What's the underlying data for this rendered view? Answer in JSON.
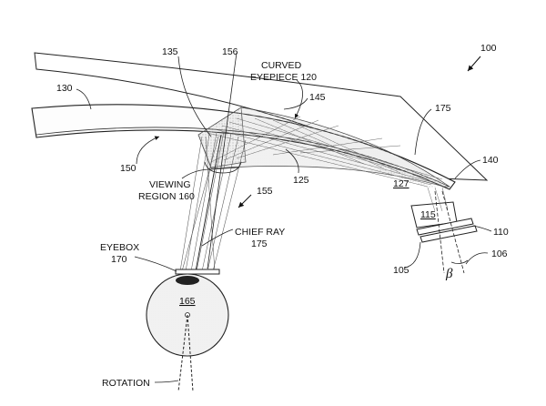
{
  "figure": {
    "ref_100": "100",
    "curved_label": "CURVED",
    "eyepiece_label": "EYEPIECE 120",
    "ref_130": "130",
    "ref_135": "135",
    "ref_156": "156",
    "ref_145": "145",
    "ref_175_top": "175",
    "ref_150": "150",
    "ref_125": "125",
    "ref_127": "127",
    "ref_140": "140",
    "viewing_label": "VIEWING",
    "region_label": "REGION 160",
    "ref_155": "155",
    "ref_115": "115",
    "ref_110": "110",
    "chief_ray_label": "CHIEF RAY",
    "chief_ray_ref": "175",
    "eyebox_label": "EYEBOX",
    "eyebox_ref": "170",
    "ref_165": "165",
    "ref_106": "106",
    "ref_105": "105",
    "beta_symbol": "β",
    "rotation_label": "ROTATION"
  }
}
